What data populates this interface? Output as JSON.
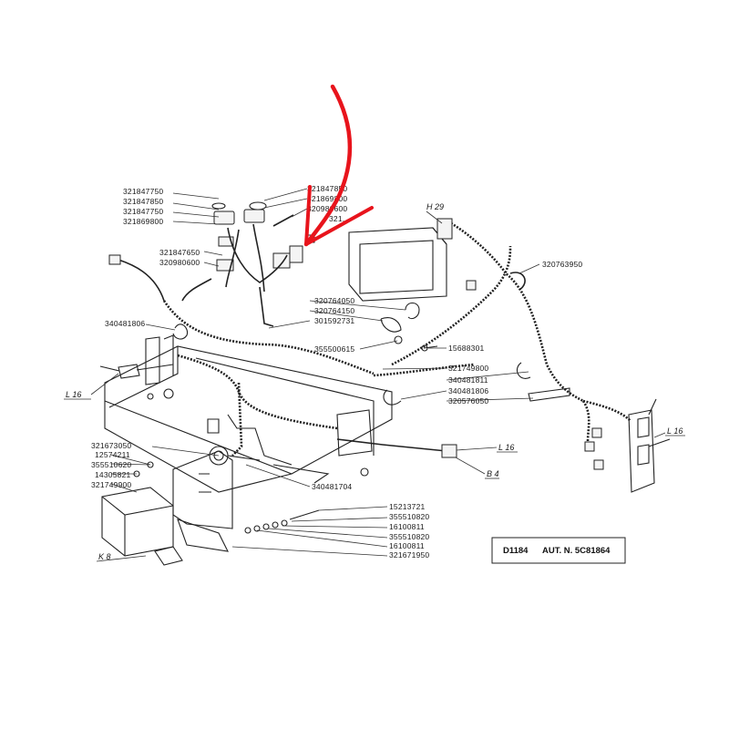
{
  "diagram": {
    "labels_left": [
      "321847750",
      "321847850",
      "321847750",
      "321869800",
      "321847650",
      "320980600",
      "340481806",
      "321673050",
      "12574211",
      "355510620",
      "14305821",
      "321749900"
    ],
    "labels_top": [
      "321847850",
      "321869800",
      "320980600",
      "321..."
    ],
    "labels_mid": [
      "320764050",
      "320764150",
      "301592731",
      "355500615",
      "15688301",
      "321749800",
      "340481811",
      "340481806",
      "320576050",
      "320763950",
      "340481704"
    ],
    "labels_bottom": [
      "15213721",
      "355510820",
      "16100811",
      "355510820",
      "16100811",
      "321671950"
    ],
    "refs": {
      "h29": "H 29",
      "l16_left": "L 16",
      "l16_right": "L 16",
      "l16_mid": "L 16",
      "b4": "B 4",
      "k8": "K 8"
    },
    "info_box": {
      "code": "D1184",
      "aut": "AUT. N. 5C81864"
    },
    "annotation_color": "#e8141c"
  }
}
